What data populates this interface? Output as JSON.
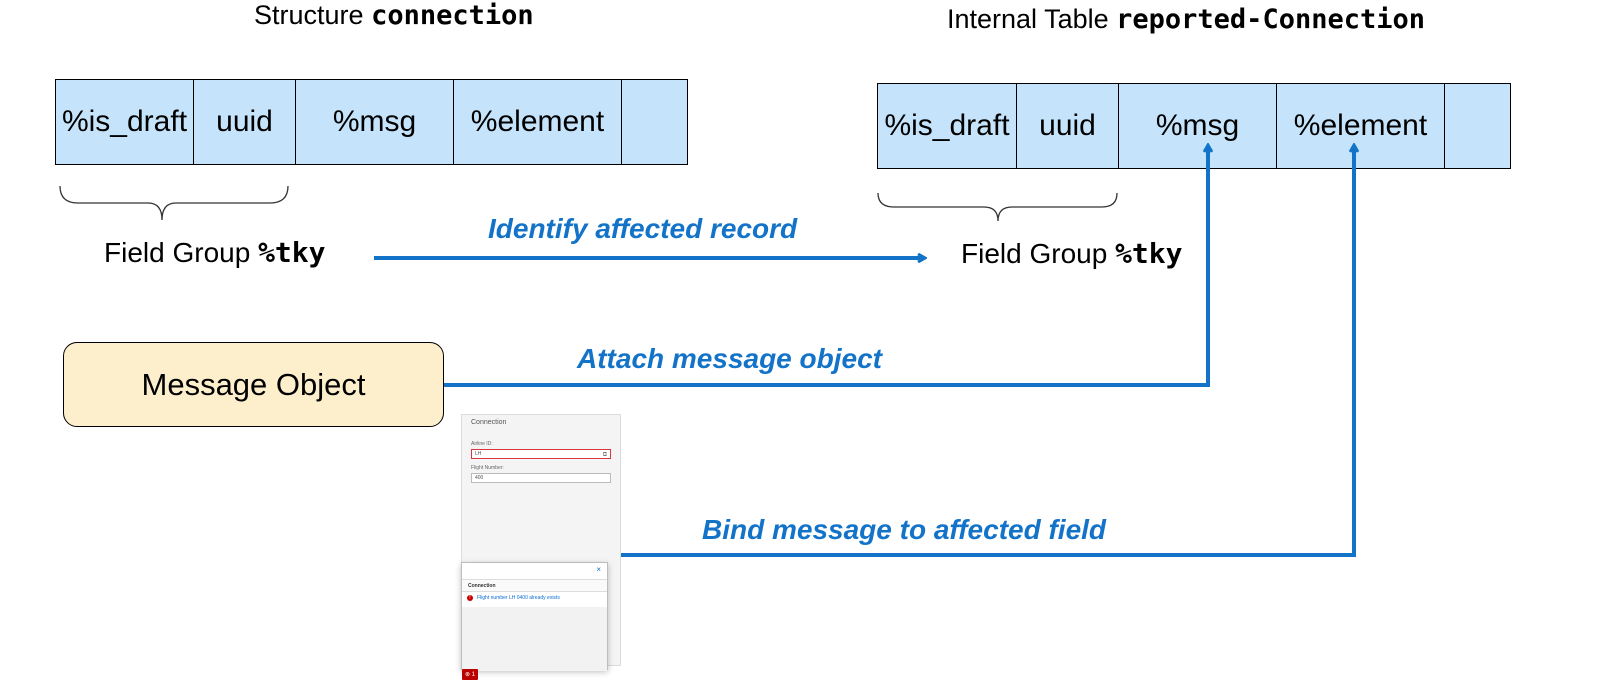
{
  "left_struct": {
    "title_prefix": "Structure",
    "title_name": "connection",
    "columns": [
      "%is_draft",
      "uuid",
      "%msg",
      "%element",
      ""
    ],
    "field_group_prefix": "Field Group",
    "field_group_name": "%tky"
  },
  "right_table": {
    "title_prefix": "Internal Table",
    "title_name": "reported-Connection",
    "columns": [
      "%is_draft",
      "uuid",
      "%msg",
      "%element",
      ""
    ],
    "field_group_prefix": "Field Group",
    "field_group_name": "%tky"
  },
  "message_object": {
    "label": "Message Object"
  },
  "arrows": {
    "identify": "Identify affected record",
    "attach": "Attach message object",
    "bind": "Bind message to affected field"
  },
  "screenshot": {
    "title": "Connection",
    "airline_label": "Airline ID:",
    "airline_value": "LH",
    "flight_label": "Flight Number:",
    "flight_value": "400",
    "popover_header": "Connection",
    "popover_close": "×",
    "message_text": "Flight number LH 0400 already exists",
    "error_icon": "!",
    "error_badge": "⊗ 1"
  },
  "colors": {
    "table_fill": "#c5e4fb",
    "message_fill": "#fdefcb",
    "arrow": "#1373c8"
  }
}
